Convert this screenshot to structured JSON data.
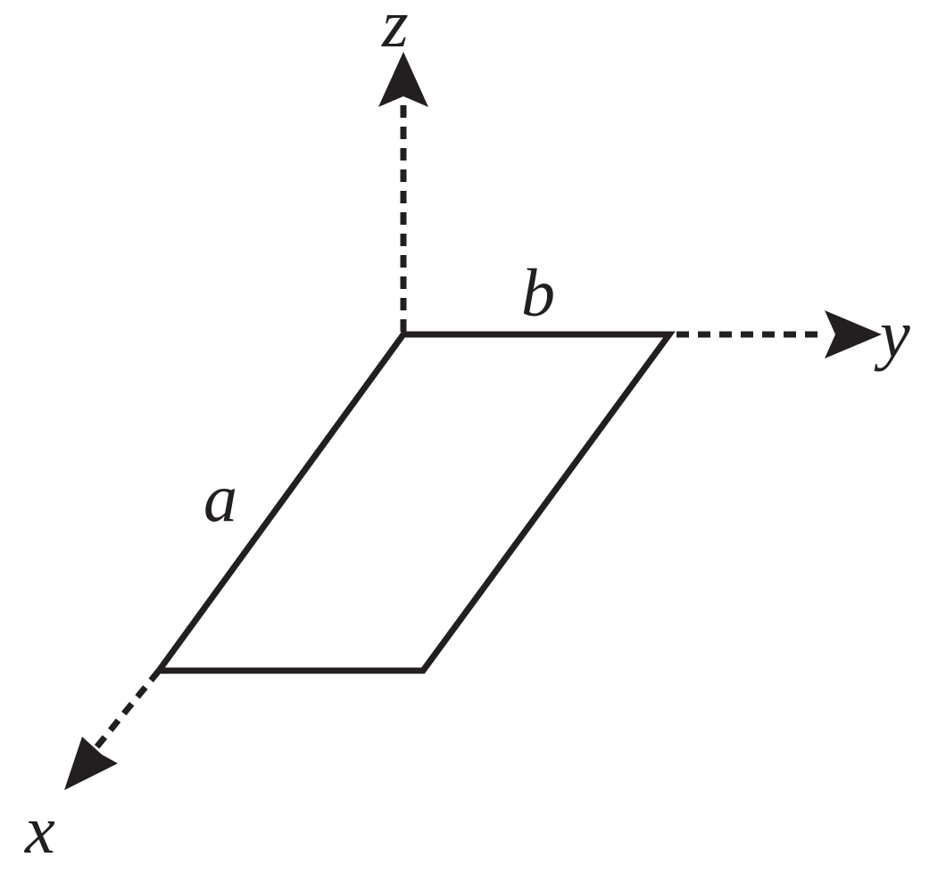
{
  "diagram": {
    "axes": {
      "x": "x",
      "y": "y",
      "z": "z"
    },
    "sides": {
      "a": "a",
      "b": "b"
    },
    "colors": {
      "ink": "#231f20",
      "background": "#ffffff"
    }
  }
}
